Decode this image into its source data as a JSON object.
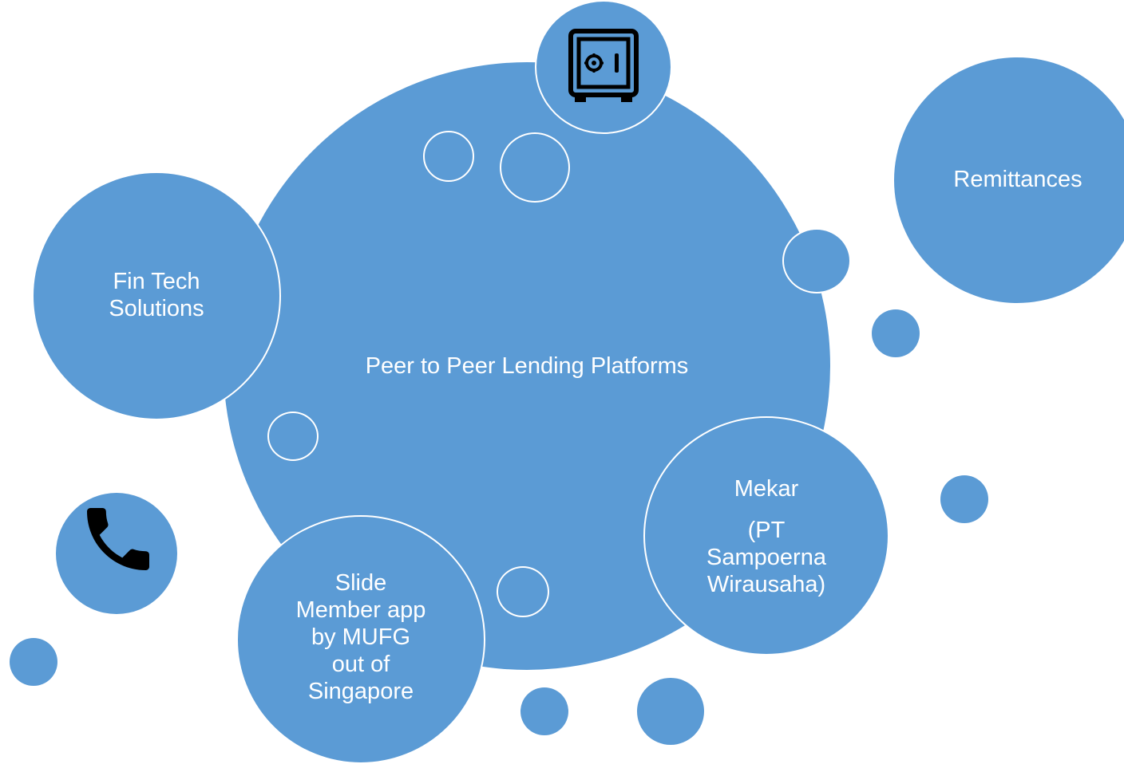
{
  "nodes": {
    "center": {
      "label": "Peer to Peer Lending Platforms"
    },
    "fintech": {
      "label": "Fin Tech\nSolutions"
    },
    "remittances": {
      "label": "Remittances"
    },
    "mekar": {
      "title": "Mekar",
      "subtitle": "(PT\nSampoerna\nWirausaha)"
    },
    "slide": {
      "label": "Slide\nMember app\nby MUFG\nout of\nSingapore"
    }
  },
  "icons": {
    "top": "safe-icon",
    "left": "phone-icon"
  },
  "colors": {
    "bubble": "#5b9bd5",
    "outline": "#ffffff",
    "icon": "#000000"
  }
}
